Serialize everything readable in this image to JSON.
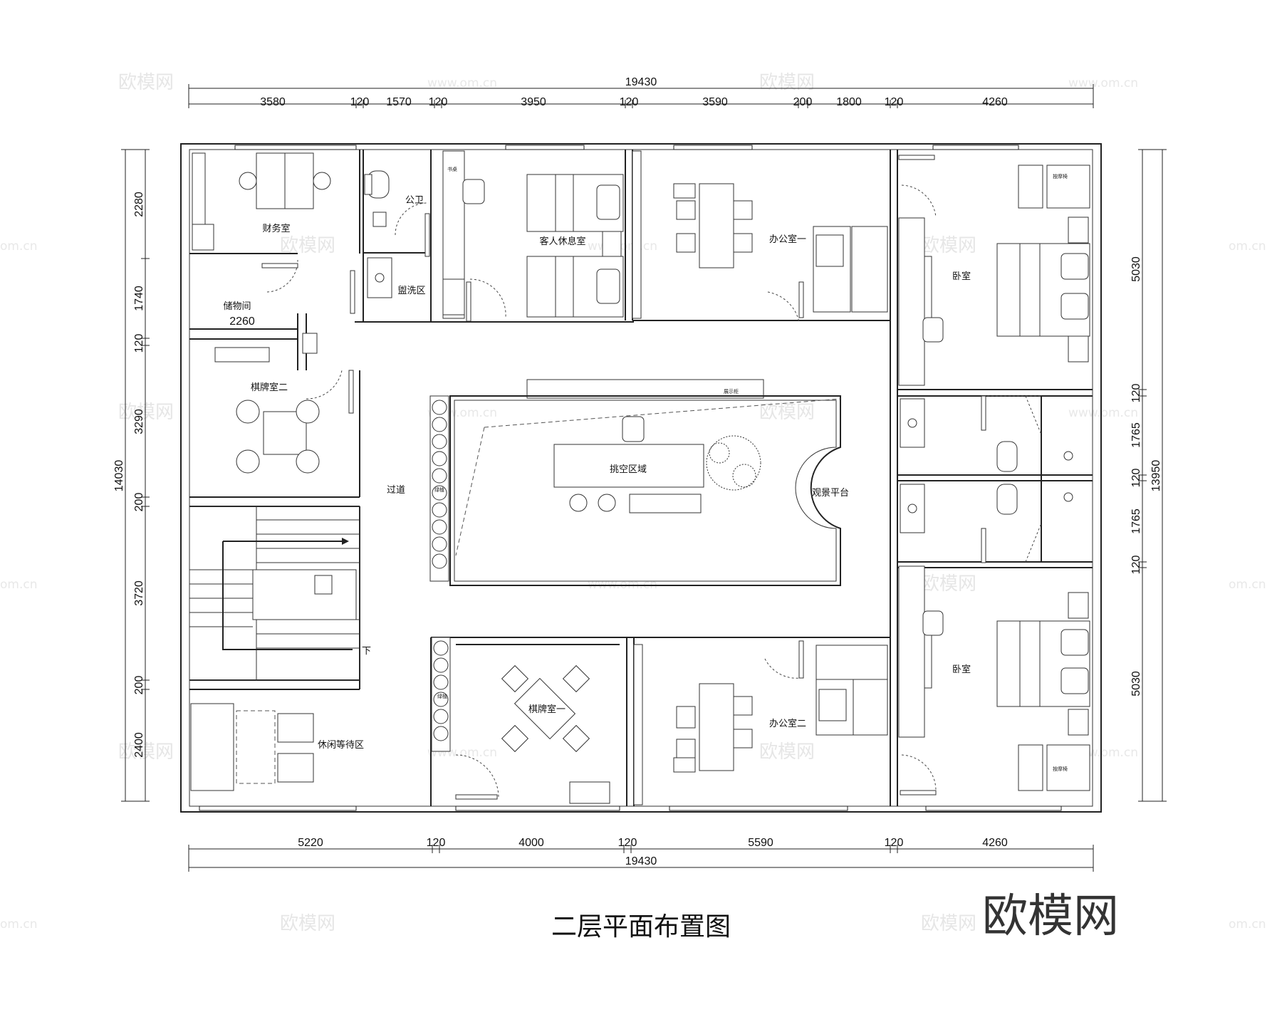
{
  "title": "二层平面布置图",
  "logo": "欧模网",
  "watermark_cn": "欧模网",
  "watermark_url": "www.om.cn",
  "watermark_edge": "om.cn",
  "dimensions": {
    "top_total": "19430",
    "top": [
      "3580",
      "120",
      "1570",
      "120",
      "3950",
      "120",
      "3590",
      "200",
      "1800",
      "120",
      "4260"
    ],
    "bottom_total": "19430",
    "bottom": [
      "5220",
      "120",
      "4000",
      "120",
      "5590",
      "120",
      "4260"
    ],
    "left_total": "14030",
    "left": [
      "2280",
      "1740",
      "120",
      "3290",
      "200",
      "3720",
      "200",
      "2400"
    ],
    "right_total": "13950",
    "right": [
      "5030",
      "120",
      "1765",
      "120",
      "1765",
      "120",
      "5030"
    ],
    "storage_width": "2260"
  },
  "rooms": {
    "finance": "财务室",
    "toilet": "公卫",
    "wash": "盥洗区",
    "storage": "储物间",
    "guest_lounge": "客人休息室",
    "desk": "书桌",
    "office1": "办公室一",
    "bedroom_top": "卧室",
    "chess2": "棋牌室二",
    "corridor": "过道",
    "void": "挑空区域",
    "display": "展示柜",
    "viewing": "观景平台",
    "planter": "绿植",
    "stairs_down": "下",
    "chess1": "棋牌室一",
    "office2": "办公室二",
    "bedroom_bottom": "卧室",
    "lounge_wait": "休闲等待区",
    "massage_top": "按摩椅",
    "massage_bottom": "按摩椅",
    "planter2": "绿植"
  }
}
